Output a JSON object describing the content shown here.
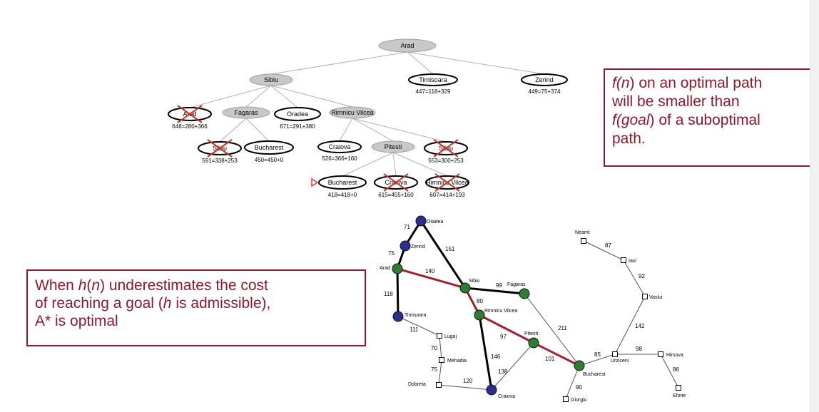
{
  "callout_top": {
    "line1_pre": "f(",
    "line1_var": "n",
    "line1_post": ") on an optimal path",
    "line2": "will be smaller than",
    "line3_pre": "f(",
    "line3_var": "goal",
    "line3_post": ") of a suboptimal",
    "line4": "path."
  },
  "callout_bottom": {
    "line1_pre": "When ",
    "line1_h": "h",
    "line1_mid": "(",
    "line1_n": "n",
    "line1_post": ") underestimates the cost",
    "line2_pre": "of reaching a goal (",
    "line2_h": "h",
    "line2_post": " is admissible),",
    "line3": "A* is optimal"
  },
  "tree": {
    "nodes": [
      {
        "id": "arad-root",
        "label": "Arad",
        "f": "",
        "fill": "#c8c8c8",
        "crossed": false
      },
      {
        "id": "sibiu",
        "label": "Sibiu",
        "f": "",
        "fill": "#c8c8c8",
        "crossed": false
      },
      {
        "id": "timisoara",
        "label": "Timisoara",
        "f": "447=118+329",
        "fill": "#ffffff",
        "crossed": false
      },
      {
        "id": "zerind",
        "label": "Zerind",
        "f": "449=75+374",
        "fill": "#ffffff",
        "crossed": false
      },
      {
        "id": "arad2",
        "label": "Arad",
        "f": "646=280+366",
        "fill": "#ffffff",
        "crossed": true
      },
      {
        "id": "fagaras",
        "label": "Fagaras",
        "f": "",
        "fill": "#c8c8c8",
        "crossed": false
      },
      {
        "id": "oradea",
        "label": "Oradea",
        "f": "671=291+380",
        "fill": "#ffffff",
        "crossed": false
      },
      {
        "id": "rimnicu",
        "label": "Rimnicu Vilcea",
        "f": "",
        "fill": "#c8c8c8",
        "crossed": false
      },
      {
        "id": "sibiu2",
        "label": "Sibiu",
        "f": "591=338+253",
        "fill": "#ffffff",
        "crossed": true
      },
      {
        "id": "bucharest1",
        "label": "Bucharest",
        "f": "450=450+0",
        "fill": "#ffffff",
        "crossed": false
      },
      {
        "id": "craiova1",
        "label": "Craiova",
        "f": "526=366+160",
        "fill": "#ffffff",
        "crossed": false
      },
      {
        "id": "pitesti",
        "label": "Pitesti",
        "f": "",
        "fill": "#c8c8c8",
        "crossed": false
      },
      {
        "id": "sibiu3",
        "label": "Sibiu",
        "f": "553=300+253",
        "fill": "#ffffff",
        "crossed": true
      },
      {
        "id": "bucharest2",
        "label": "Bucharest",
        "f": "418=418+0",
        "fill": "#ffffff",
        "crossed": false
      },
      {
        "id": "craiova2",
        "label": "Craiova",
        "f": "615=455+160",
        "fill": "#ffffff",
        "crossed": true
      },
      {
        "id": "rimnicu2",
        "label": "Rimnicu Vilcea",
        "f": "607=414+193",
        "fill": "#ffffff",
        "crossed": true
      }
    ],
    "edges": [
      [
        "arad-root",
        "sibiu"
      ],
      [
        "arad-root",
        "timisoara"
      ],
      [
        "arad-root",
        "zerind"
      ],
      [
        "sibiu",
        "arad2"
      ],
      [
        "sibiu",
        "fagaras"
      ],
      [
        "sibiu",
        "oradea"
      ],
      [
        "sibiu",
        "rimnicu"
      ],
      [
        "fagaras",
        "sibiu2"
      ],
      [
        "fagaras",
        "bucharest1"
      ],
      [
        "rimnicu",
        "craiova1"
      ],
      [
        "rimnicu",
        "pitesti"
      ],
      [
        "rimnicu",
        "sibiu3"
      ],
      [
        "pitesti",
        "bucharest2"
      ],
      [
        "pitesti",
        "craiova2"
      ],
      [
        "pitesti",
        "rimnicu2"
      ]
    ]
  },
  "map": {
    "cities": [
      {
        "id": "oradea",
        "label": "Oradea",
        "marker": "blue"
      },
      {
        "id": "zerind",
        "label": "Zerind",
        "marker": "blue"
      },
      {
        "id": "arad",
        "label": "Arad",
        "marker": "green"
      },
      {
        "id": "timisoara",
        "label": "Timisoara",
        "marker": "blue"
      },
      {
        "id": "sibiu",
        "label": "Sibiu",
        "marker": "green"
      },
      {
        "id": "fagaras",
        "label": "Fagaras",
        "marker": "green"
      },
      {
        "id": "rimnicu",
        "label": "Rimnicu Vilcea",
        "marker": "green"
      },
      {
        "id": "pitesti",
        "label": "Pitesti",
        "marker": "green"
      },
      {
        "id": "craiova",
        "label": "Craiova",
        "marker": "blue"
      },
      {
        "id": "bucharest",
        "label": "Bucharest",
        "marker": "green"
      },
      {
        "id": "lugoj",
        "label": "Lugoj",
        "marker": "square"
      },
      {
        "id": "mehadia",
        "label": "Mehadia",
        "marker": "square"
      },
      {
        "id": "dobreta",
        "label": "Dobreta",
        "marker": "square"
      },
      {
        "id": "giurgiu",
        "label": "Giurgiu",
        "marker": "square"
      },
      {
        "id": "urziceni",
        "label": "Urziceni",
        "marker": "square"
      },
      {
        "id": "hirsova",
        "label": "Hirsova",
        "marker": "square"
      },
      {
        "id": "eforie",
        "label": "Eforie",
        "marker": "square"
      },
      {
        "id": "vaslui",
        "label": "Vaslui",
        "marker": "square"
      },
      {
        "id": "iasi",
        "label": "Iasi",
        "marker": "square"
      },
      {
        "id": "neamt",
        "label": "Neamt",
        "marker": "square"
      }
    ],
    "roads": [
      {
        "a": "oradea",
        "b": "zerind",
        "d": "71",
        "style": "bold"
      },
      {
        "a": "zerind",
        "b": "arad",
        "d": "75",
        "style": "bold"
      },
      {
        "a": "oradea",
        "b": "sibiu",
        "d": "151",
        "style": "bold"
      },
      {
        "a": "arad",
        "b": "sibiu",
        "d": "140",
        "style": "red"
      },
      {
        "a": "arad",
        "b": "timisoara",
        "d": "118",
        "style": "bold"
      },
      {
        "a": "sibiu",
        "b": "fagaras",
        "d": "99",
        "style": "bold"
      },
      {
        "a": "sibiu",
        "b": "rimnicu",
        "d": "80",
        "style": "red"
      },
      {
        "a": "fagaras",
        "b": "bucharest",
        "d": "211",
        "style": "thin"
      },
      {
        "a": "rimnicu",
        "b": "pitesti",
        "d": "97",
        "style": "red"
      },
      {
        "a": "rimnicu",
        "b": "craiova",
        "d": "146",
        "style": "bold"
      },
      {
        "a": "pitesti",
        "b": "bucharest",
        "d": "101",
        "style": "red"
      },
      {
        "a": "pitesti",
        "b": "craiova",
        "d": "138",
        "style": "thin"
      },
      {
        "a": "timisoara",
        "b": "lugoj",
        "d": "111",
        "style": "thin"
      },
      {
        "a": "lugoj",
        "b": "mehadia",
        "d": "70",
        "style": "thin"
      },
      {
        "a": "mehadia",
        "b": "dobreta",
        "d": "75",
        "style": "thin"
      },
      {
        "a": "dobreta",
        "b": "craiova",
        "d": "120",
        "style": "thin"
      },
      {
        "a": "bucharest",
        "b": "giurgiu",
        "d": "90",
        "style": "thin"
      },
      {
        "a": "bucharest",
        "b": "urziceni",
        "d": "85",
        "style": "thin"
      },
      {
        "a": "urziceni",
        "b": "hirsova",
        "d": "98",
        "style": "thin"
      },
      {
        "a": "hirsova",
        "b": "eforie",
        "d": "86",
        "style": "thin"
      },
      {
        "a": "urziceni",
        "b": "vaslui",
        "d": "142",
        "style": "thin"
      },
      {
        "a": "vaslui",
        "b": "iasi",
        "d": "92",
        "style": "thin"
      },
      {
        "a": "iasi",
        "b": "neamt",
        "d": "87",
        "style": "thin"
      }
    ]
  },
  "colors": {
    "accent_red": "#8b1a2b",
    "path_red": "#a0202e",
    "green": "#2e7d32",
    "blue": "#2a2e8c",
    "grey_node": "#c8c8c8"
  }
}
